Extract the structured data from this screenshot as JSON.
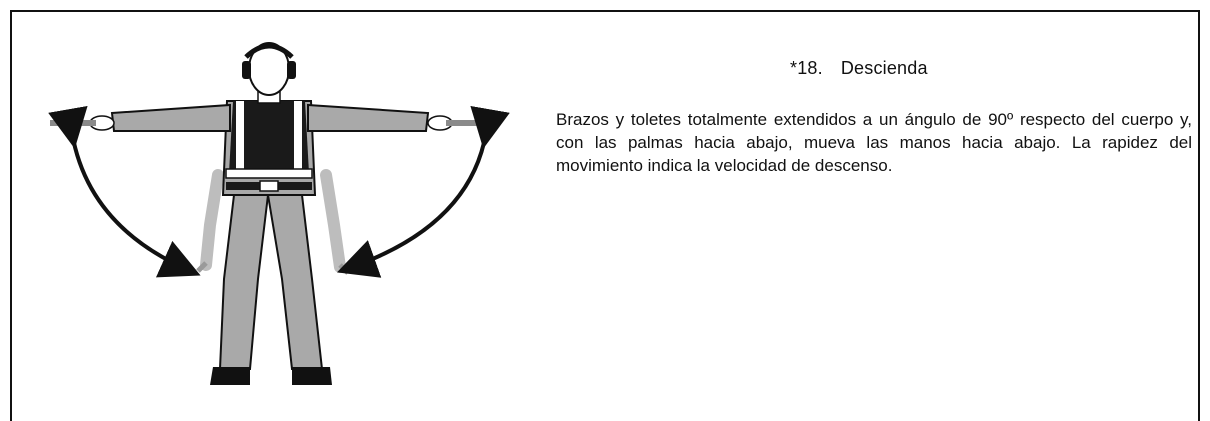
{
  "signal": {
    "number": "*18.",
    "title": "Descienda",
    "description": "Brazos y toletes totalmente extendidos a un ángulo de 90º respecto del cuerpo y, con las palmas hacia abajo, mueva las manos hacia abajo. La rapidez del movimiento indica la velocidad de descenso."
  },
  "figure": {
    "icon": "marshaller-descend-signal-illustration",
    "colors": {
      "suit": "#a9a9a9",
      "vest": "#1a1a1a",
      "stripes": "#ffffff",
      "wands": "#8a8a8a",
      "arrows": "#111111"
    }
  }
}
